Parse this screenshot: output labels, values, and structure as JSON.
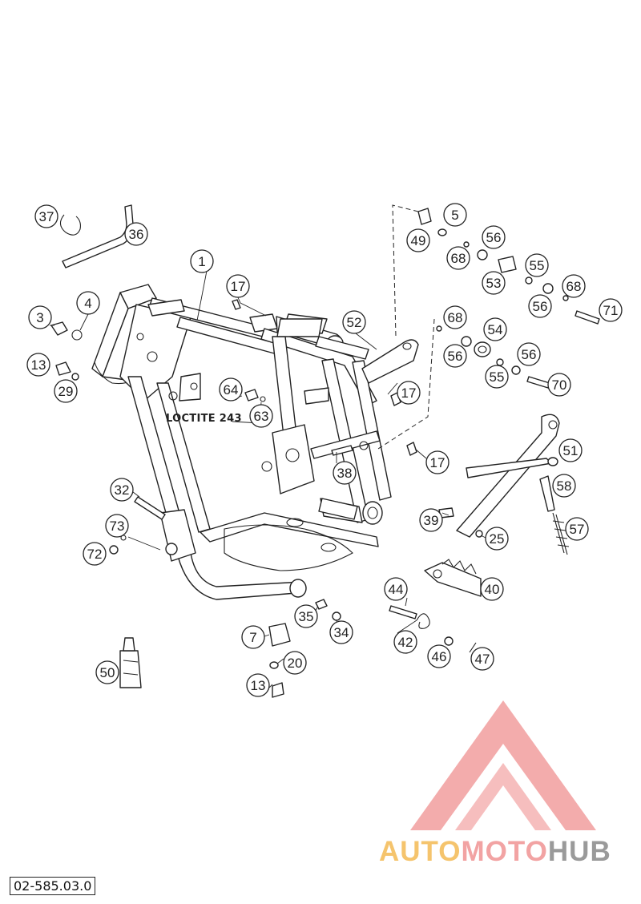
{
  "drawing": {
    "drawing_number": "02-585.03.0",
    "note": "LOCTITE 243",
    "watermark": {
      "part1": "AUTO",
      "part2": "MOTO",
      "part3": "HUB",
      "colors": [
        "#f5c46d",
        "#f2a3a3",
        "#9a9a9a"
      ]
    }
  },
  "callouts": {
    "c1": "1",
    "c3": "3",
    "c4": "4",
    "c5": "5",
    "c7": "7",
    "c13a": "13",
    "c13b": "13",
    "c17a": "17",
    "c17b": "17",
    "c17c": "17",
    "c20": "20",
    "c25": "25",
    "c29": "29",
    "c32": "32",
    "c34": "34",
    "c35": "35",
    "c36": "36",
    "c37": "37",
    "c38": "38",
    "c39": "39",
    "c40": "40",
    "c42": "42",
    "c44": "44",
    "c46": "46",
    "c47": "47",
    "c49": "49",
    "c50": "50",
    "c51": "51",
    "c52": "52",
    "c53": "53",
    "c54": "54",
    "c55a": "55",
    "c55b": "55",
    "c56a": "56",
    "c56b": "56",
    "c56c": "56",
    "c56d": "56",
    "c57": "57",
    "c58": "58",
    "c63": "63",
    "c64": "64",
    "c68a": "68",
    "c68b": "68",
    "c68c": "68",
    "c70": "70",
    "c71": "71",
    "c72": "72",
    "c73": "73"
  }
}
